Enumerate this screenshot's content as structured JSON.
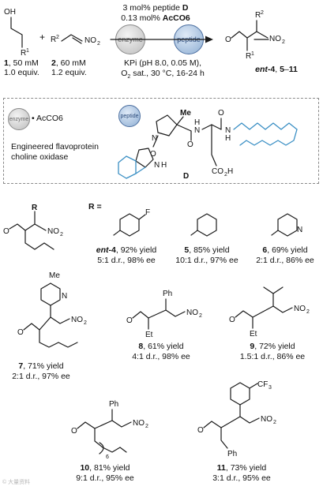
{
  "reaction": {
    "above_arrow_1": "3 mol% peptide D",
    "above_arrow_2": "0.13 mol% AcCO6",
    "below_arrow_1": "KPi (pH 8.0, 0.05 M),",
    "below_arrow_2": "O2 sat., 30 °C, 16-24 h",
    "reagent1_label": "1, 50 mM",
    "reagent1_equiv": "1.0 equiv.",
    "reagent2_label": "2, 60 mM",
    "reagent2_equiv": "1.2 equiv.",
    "product_label": "ent-4, 5–11",
    "plus": "+"
  },
  "legend": {
    "enzyme_text": "• AcCO6",
    "description_1": "Engineered flavoprotein",
    "description_2": "choline oxidase",
    "peptide_label": "D",
    "enzyme_pill": "enzyme",
    "peptide_pill": "peptide"
  },
  "scope_header": {
    "r_equals": "R ="
  },
  "products": [
    {
      "id": "ent-4",
      "yield": "ent-4, 92% yield",
      "selectivity": "5:1 d.r., 98% ee"
    },
    {
      "id": "5",
      "yield": "5, 85% yield",
      "selectivity": "10:1 d.r., 97% ee"
    },
    {
      "id": "6",
      "yield": "6, 69% yield",
      "selectivity": "2:1 d.r., 86% ee"
    },
    {
      "id": "7",
      "yield": "7, 71% yield",
      "selectivity": "2:1 d.r., 97% ee"
    },
    {
      "id": "8",
      "yield": "8, 61% yield",
      "selectivity": "4:1 d.r., 98% ee"
    },
    {
      "id": "9",
      "yield": "9, 72% yield",
      "selectivity": "1.5:1 d.r., 86% ee"
    },
    {
      "id": "10",
      "yield": "10, 81% yield",
      "selectivity": "9:1 d.r., 95% ee"
    },
    {
      "id": "11",
      "yield": "11, 73% yield",
      "selectivity": "3:1 d.r., 95% ee"
    }
  ],
  "watermark": "© 大量资料"
}
